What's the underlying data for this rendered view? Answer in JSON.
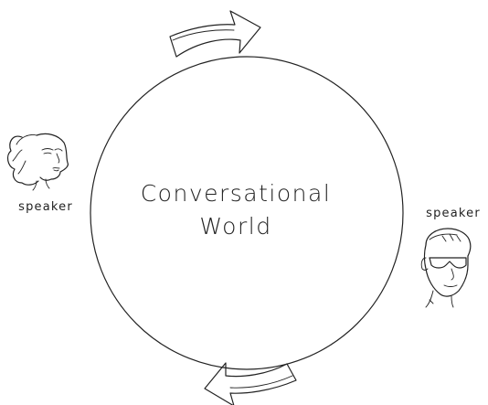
{
  "diagram": {
    "center_label_line1": "Conversational",
    "center_label_line2": "World",
    "left_speaker_label": "speaker",
    "right_speaker_label": "speaker",
    "top_arrow_direction": "right",
    "bottom_arrow_direction": "left"
  }
}
